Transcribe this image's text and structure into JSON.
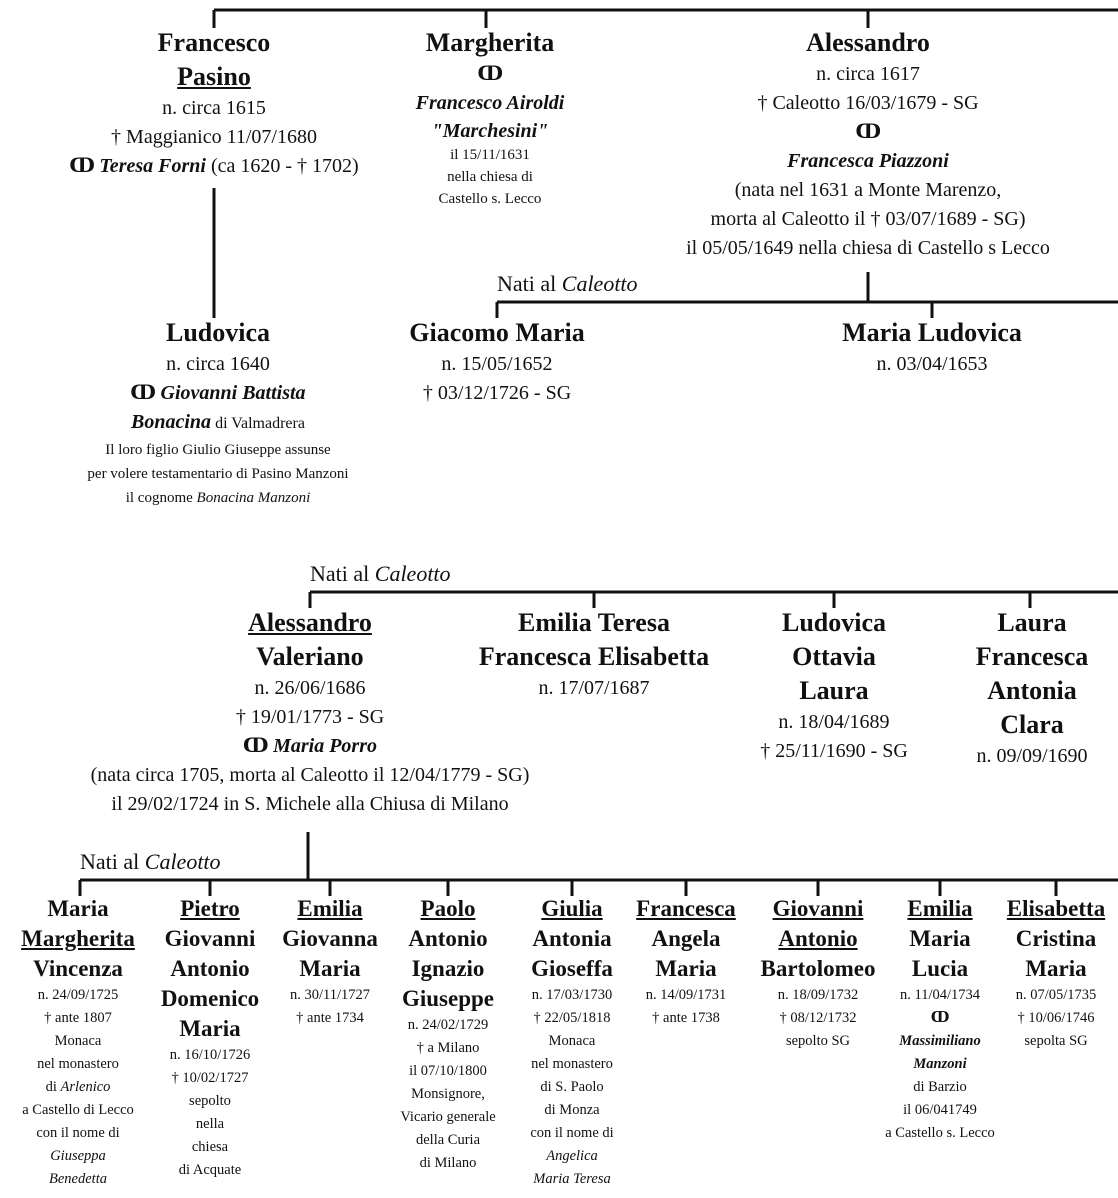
{
  "gen1": {
    "francesco": {
      "first": "Francesco",
      "second": "Pasino",
      "line1": "n. circa 1615",
      "line2": "† Maggianico 11/07/1680",
      "line3_ring": "ↀ",
      "line3_spouse": "Teresa Forni",
      "line3_rest": " (ca 1620 - † 1702)"
    },
    "margherita": {
      "name": "Margherita",
      "ring": "ↀ",
      "spouse1": "Francesco Airoldi",
      "spouse2": "\"Marchesini\"",
      "l1": "il 15/11/1631",
      "l2": "nella chiesa di",
      "l3": "Castello s. Lecco"
    },
    "alessandro": {
      "name": "Alessandro",
      "l1": "n. circa 1617",
      "l2": "† Caleotto 16/03/1679 - SG",
      "ring": "ↀ",
      "spouse": "Francesca Piazzoni",
      "l3": "(nata nel 1631 a Monte Marenzo,",
      "l4": "morta al Caleotto il † 03/07/1689 - SG)",
      "l5": "il 05/05/1649 nella chiesa di Castello s Lecco"
    }
  },
  "gen2": {
    "label_prefix": "Nati al ",
    "label_place": "Caleotto",
    "ludovica": {
      "name": "Ludovica",
      "l1": "n. circa 1640",
      "ring": "ↀ",
      "spouse1": "Giovanni Battista",
      "spouse2": "Bonacina",
      "spouse2_rest": " di Valmadrera",
      "l2": "Il loro figlio Giulio Giuseppe assunse",
      "l3": "per volere testamentario di Pasino Manzoni",
      "l4_prefix": "il cognome ",
      "l4_name": "Bonacina Manzoni"
    },
    "giacomo": {
      "name": "Giacomo Maria",
      "l1": "n. 15/05/1652",
      "l2": "† 03/12/1726 - SG"
    },
    "maria_ludovica": {
      "name": "Maria Ludovica",
      "l1": "n. 03/04/1653"
    }
  },
  "gen3": {
    "label_prefix": "Nati al ",
    "label_place": "Caleotto",
    "alessandro_v": {
      "n1": "Alessandro",
      "n2": "Valeriano",
      "l1": "n. 26/06/1686",
      "l2": "† 19/01/1773 - SG",
      "ring": "ↀ",
      "spouse": "Maria Porro",
      "l3": "(nata circa 1705, morta al Caleotto il 12/04/1779 - SG)",
      "l4": "il 29/02/1724 in S. Michele alla Chiusa di Milano"
    },
    "emilia_teresa": {
      "n1": "Emilia Teresa",
      "n2": "Francesca Elisabetta",
      "l1": "n. 17/07/1687"
    },
    "ludovica_o": {
      "n1": "Ludovica",
      "n2": "Ottavia",
      "n3": "Laura",
      "l1": "n. 18/04/1689",
      "l2": "† 25/11/1690 - SG"
    },
    "laura": {
      "n1": "Laura",
      "n2": "Francesca",
      "n3": "Antonia",
      "n4": "Clara",
      "l1": "n. 09/09/1690"
    }
  },
  "gen4": {
    "label_prefix": "Nati al ",
    "label_place": "Caleotto",
    "maria_m": {
      "n1": "Maria",
      "n2": "Margherita",
      "n3": "Vincenza",
      "l1": "n. 24/09/1725",
      "l2": "†  ante 1807",
      "l3": "Monaca",
      "l4": "nel monastero",
      "l5_prefix": "di ",
      "l5_place": "Arlenico",
      "l6": "a Castello di Lecco",
      "l7": "con il nome di",
      "l8": "Giuseppa",
      "l9": "Benedetta"
    },
    "pietro": {
      "n1": "Pietro",
      "n2": "Giovanni",
      "n3": "Antonio",
      "n4": "Domenico",
      "n5": "Maria",
      "l1": "n. 16/10/1726",
      "l2": "†  10/02/1727",
      "l3": "sepolto",
      "l4": "nella",
      "l5": "chiesa",
      "l6": "di Acquate"
    },
    "emilia_g": {
      "n1": "Emilia",
      "n2": "Giovanna",
      "n3": "Maria",
      "l1": "n. 30/11/1727",
      "l2": "† ante 1734"
    },
    "paolo": {
      "n1": "Paolo",
      "n2": "Antonio",
      "n3": "Ignazio",
      "n4": "Giuseppe",
      "l1": "n. 24/02/1729",
      "l2": "†  a Milano",
      "l3": "il 07/10/1800",
      "l4": "Monsignore,",
      "l5": "Vicario generale",
      "l6": "della Curia",
      "l7": "di Milano"
    },
    "giulia": {
      "n1": "Giulia",
      "n2": "Antonia",
      "n3": "Gioseffa",
      "l1": "n. 17/03/1730",
      "l2": "†  22/05/1818",
      "l3": "Monaca",
      "l4": "nel monastero",
      "l5": "di S. Paolo",
      "l6": "di Monza",
      "l7": "con il nome di",
      "l8": "Angelica",
      "l9": "Maria Teresa"
    },
    "francesca": {
      "n1": "Francesca",
      "n2": "Angela",
      "n3": "Maria",
      "l1": "n. 14/09/1731",
      "l2": "† ante 1738"
    },
    "giovanni": {
      "n1": "Giovanni",
      "n2": "Antonio",
      "n3": "Bartolomeo",
      "l1": "n. 18/09/1732",
      "l2": "† 08/12/1732",
      "l3": "sepolto SG"
    },
    "emilia_m": {
      "n1": "Emilia",
      "n2": "Maria",
      "n3": "Lucia",
      "l1": "n. 11/04/1734",
      "ring": "ↀ",
      "l2": "Massimiliano",
      "l3": "Manzoni",
      "l4": "di Barzio",
      "l5": "il 06/041749",
      "l6": "a Castello s. Lecco"
    },
    "elisabetta": {
      "n1": "Elisabetta",
      "n2": "Cristina",
      "n3": "Maria",
      "l1": "n. 07/05/1735",
      "l2": "† 10/06/1746",
      "l3": "sepolta SG"
    }
  }
}
